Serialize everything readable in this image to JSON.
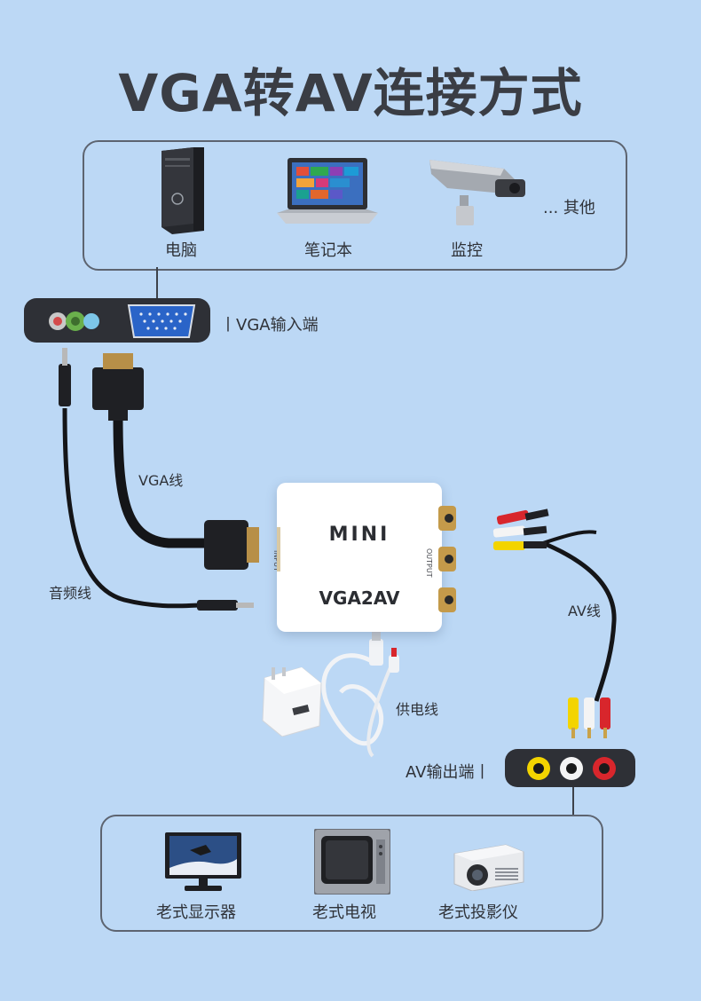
{
  "title": "VGA转AV连接方式",
  "top_devices": [
    {
      "label": "电脑",
      "icon": "desktop-pc-icon"
    },
    {
      "label": "笔记本",
      "icon": "laptop-icon"
    },
    {
      "label": "监控",
      "icon": "cctv-camera-icon"
    },
    {
      "label": "... 其他",
      "icon": ""
    }
  ],
  "vga_input_label": "丨VGA输入端",
  "cables": {
    "vga": "VGA线",
    "audio": "音频线",
    "av": "AV线",
    "power": "供电线"
  },
  "converter": {
    "brand": "MINI",
    "model": "VGA2AV",
    "input": "INPUT",
    "output": "OUTPUT"
  },
  "av_output_label": "AV输出端丨",
  "bottom_devices": [
    {
      "label": "老式显示器",
      "icon": "old-monitor-icon"
    },
    {
      "label": "老式电视",
      "icon": "crt-tv-icon"
    },
    {
      "label": "老式投影仪",
      "icon": "projector-icon"
    }
  ],
  "colors": {
    "background": "#bcd8f5",
    "rca_yellow": "#f3d400",
    "rca_white": "#f4f4f4",
    "rca_red": "#d8262c",
    "vga_blue": "#2a64c8"
  }
}
